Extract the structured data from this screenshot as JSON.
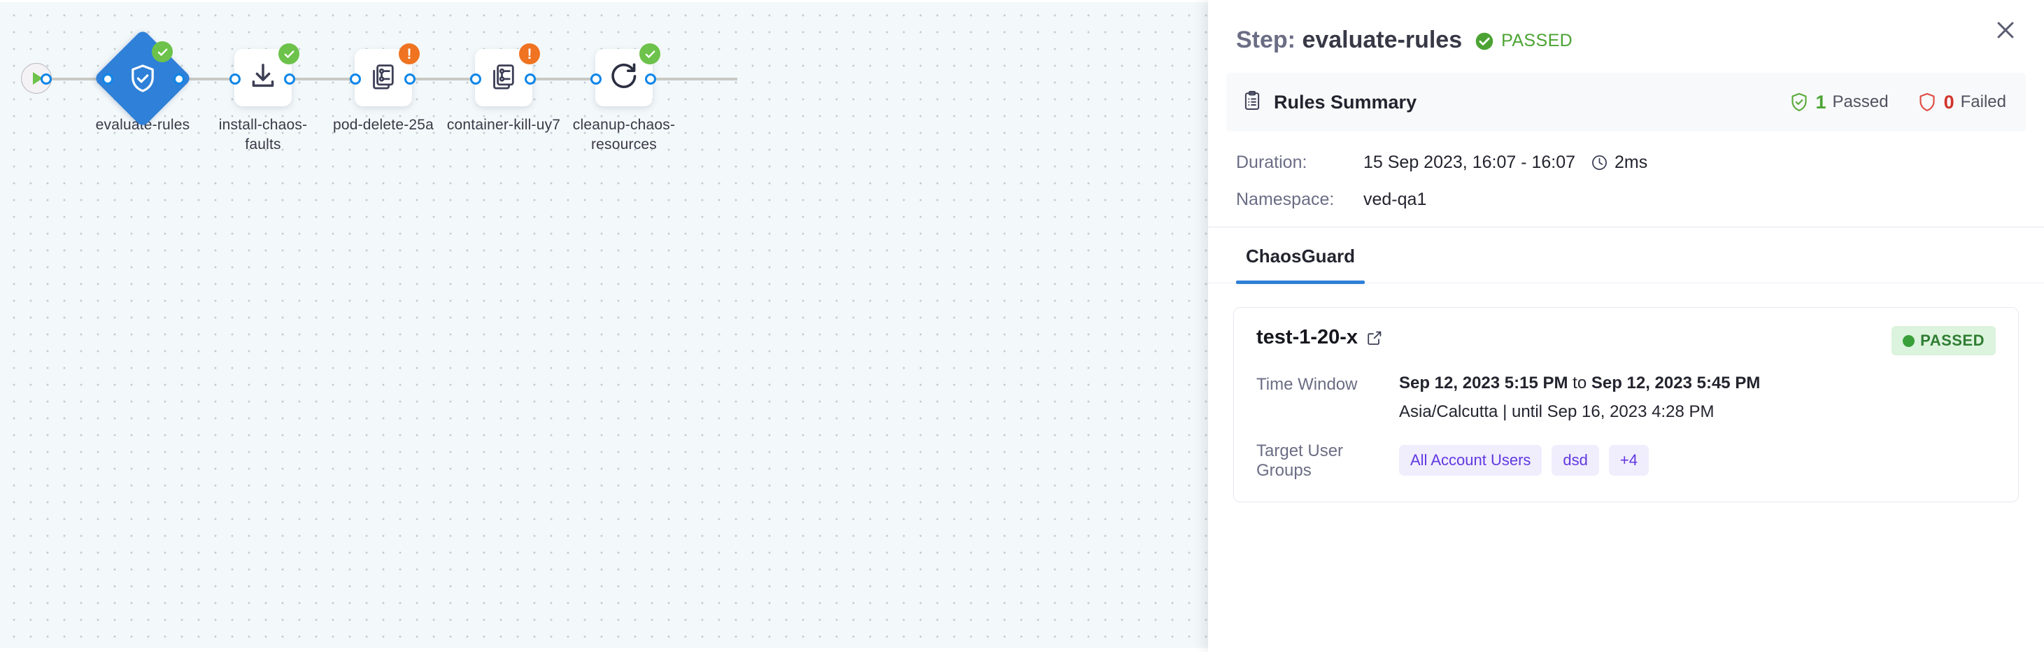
{
  "graph": {
    "start_node": {
      "icon": "play-icon"
    },
    "nodes": [
      {
        "label": "evaluate-rules",
        "shape": "diamond",
        "icon": "shield-check-icon",
        "status": "success",
        "status_glyph": "✓"
      },
      {
        "label": "install-chaos-\nfaults",
        "shape": "square",
        "icon": "download-icon",
        "status": "success",
        "status_glyph": "✓"
      },
      {
        "label": "pod-delete-25a",
        "shape": "square",
        "icon": "chaos-fault-icon",
        "status": "warning",
        "status_glyph": "!"
      },
      {
        "label": "container-kill-uy7",
        "shape": "square",
        "icon": "chaos-fault-icon",
        "status": "warning",
        "status_glyph": "!"
      },
      {
        "label": "cleanup-chaos-\nresources",
        "shape": "square",
        "icon": "refresh-icon",
        "status": "success",
        "status_glyph": "✓"
      }
    ]
  },
  "panel": {
    "title_prefix": "Step:",
    "title_name": "evaluate-rules",
    "status_label": "PASSED",
    "close_icon": "close-icon",
    "rules_summary": {
      "icon": "clipboard-icon",
      "title": "Rules Summary",
      "passed_count": "1",
      "passed_label": "Passed",
      "failed_count": "0",
      "failed_label": "Failed"
    },
    "meta": {
      "duration_key": "Duration:",
      "duration_value": "15 Sep 2023, 16:07 - 16:07",
      "duration_icon": "clock-icon",
      "duration_elapsed": "2ms",
      "namespace_key": "Namespace:",
      "namespace_value": "ved-qa1"
    },
    "tabs": [
      {
        "label": "ChaosGuard",
        "active": true
      }
    ],
    "card": {
      "name": "test-1-20-x",
      "link_icon": "external-link-icon",
      "status_label": "PASSED",
      "time_window_key": "Time Window",
      "time_window_start": "Sep 12, 2023 5:15 PM",
      "time_window_sep": "to",
      "time_window_end": "Sep 12, 2023 5:45 PM",
      "time_window_sub": "Asia/Calcutta | until Sep 16, 2023 4:28 PM",
      "target_groups_key": "Target User Groups",
      "target_groups": [
        "All Account Users",
        "dsd",
        "+4"
      ]
    }
  },
  "colors": {
    "accent_blue": "#2f80d8",
    "success_green": "#6cc24a",
    "warning_orange": "#ef7320",
    "fail_red": "#d1342c",
    "tag_purple": "#6138e0"
  }
}
